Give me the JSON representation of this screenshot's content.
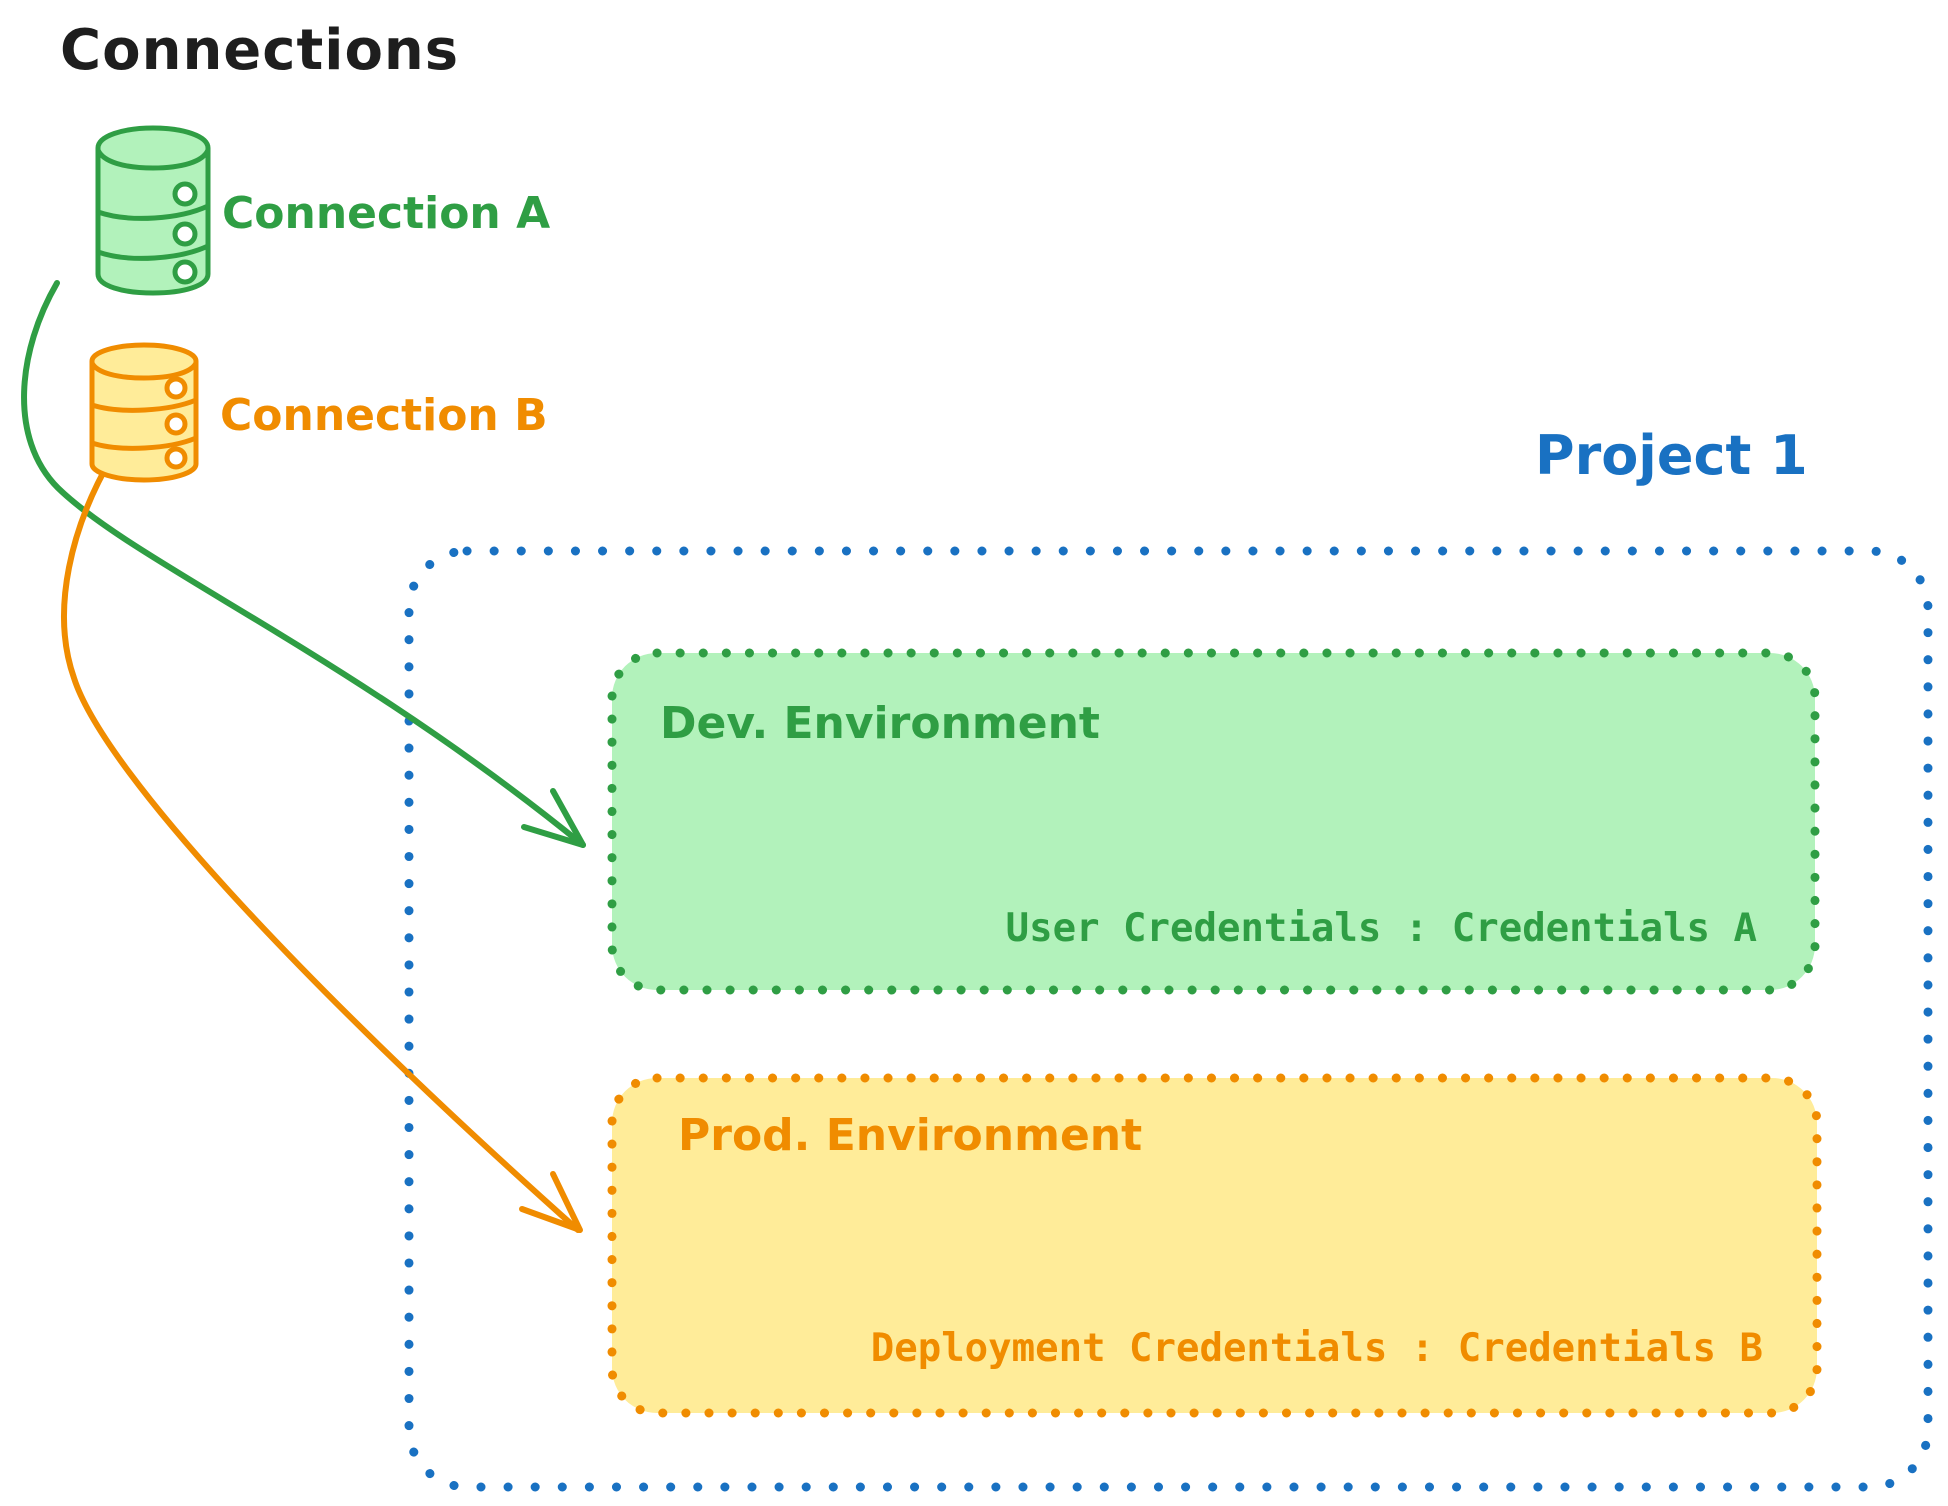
{
  "canvas": {
    "background": "#ffffff"
  },
  "title": {
    "text": "Connections",
    "color": "#1e1e1e"
  },
  "connections": {
    "a": {
      "label": "Connection A",
      "stroke": "#2f9e44",
      "fill": "#b2f2bb",
      "icon": "database-cylinder-icon"
    },
    "b": {
      "label": "Connection B",
      "stroke": "#f08c00",
      "fill": "#ffec99",
      "icon": "database-cylinder-icon"
    }
  },
  "project": {
    "label": "Project 1",
    "color": "#1971c2"
  },
  "environments": {
    "dev": {
      "title": "Dev. Environment",
      "credentials": "User Credentials : Credentials A",
      "stroke": "#2f9e44",
      "fill": "#b2f2bb"
    },
    "prod": {
      "title": "Prod. Environment",
      "credentials": "Deployment Credentials : Credentials B",
      "stroke": "#f08c00",
      "fill": "#ffec99"
    }
  },
  "arrows": {
    "a_to_dev": {
      "from": "Connection A",
      "to": "Dev. Environment",
      "color": "#2f9e44"
    },
    "b_to_prod": {
      "from": "Connection B",
      "to": "Prod. Environment",
      "color": "#f08c00"
    }
  }
}
